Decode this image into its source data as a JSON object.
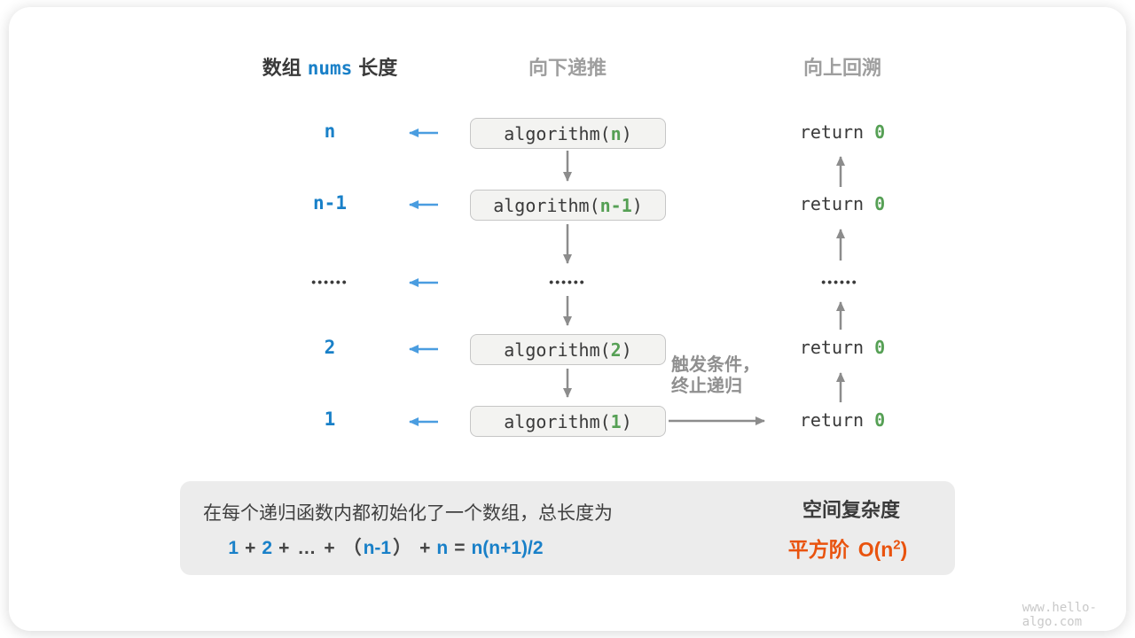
{
  "colors": {
    "blue_text": "#1980c8",
    "blue_arrow": "#4a9de0",
    "green_value": "#56a055",
    "orange_conclusion": "#e9530e",
    "gray_header": "#9e9e9e",
    "gray_arrow": "#8c8c8c",
    "dark_text": "#3a3a3a",
    "box_fill": "#f3f3f1",
    "box_border": "#c6c6c6",
    "panel_fill": "#ececec"
  },
  "headers": {
    "array_prefix": "数组",
    "array_code": "nums",
    "array_suffix": "长度",
    "recurse": "向下递推",
    "backtrack": "向上回溯"
  },
  "diagram": {
    "call_prefix": "algorithm(",
    "call_suffix": ")",
    "return_keyword": "return",
    "return_value": "0",
    "ellipsis": "••••••",
    "levels": [
      {
        "label": "n",
        "arg": "n"
      },
      {
        "label": "n-1",
        "arg": "n-1"
      },
      {
        "label": "2",
        "arg": "2"
      },
      {
        "label": "1",
        "arg": "1"
      }
    ],
    "trigger_line1": "触发条件，",
    "trigger_line2": "终止递归"
  },
  "summary": {
    "line1": "在每个递归函数内都初始化了一个数组，总长度为",
    "formula": {
      "n1": "1",
      "plus1": "+",
      "n2": "2",
      "plus2": "+",
      "dots": "…",
      "plus3": "+",
      "lparen": "（",
      "n3": "n-1",
      "rparen": "）",
      "plus4": "+",
      "n4": "n",
      "equals": "=",
      "result": "n(n+1)/2"
    },
    "conclusion_title": "空间复杂度",
    "conclusion_grade": "平方阶",
    "bigO_prefix": "O(n",
    "bigO_sup": "2",
    "bigO_suffix": ")"
  },
  "watermark": "www.hello-algo.com"
}
